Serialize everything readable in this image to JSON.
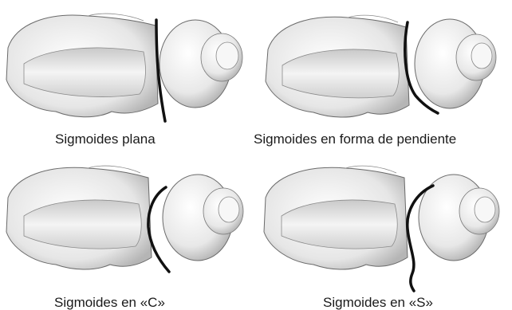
{
  "panels": [
    {
      "caption": "Sigmoides plana",
      "curve": "flat"
    },
    {
      "caption": "Sigmoides en forma de pendiente",
      "curve": "slope"
    },
    {
      "caption": "Sigmoides en «C»",
      "curve": "c-shape"
    },
    {
      "caption": "Sigmoides en «S»",
      "curve": "s-shape"
    }
  ],
  "colors": {
    "bone_fill": "#f2f2f2",
    "bone_shadow": "#b8b8b8",
    "bone_outline": "#555555",
    "curve_stroke": "#111111"
  }
}
